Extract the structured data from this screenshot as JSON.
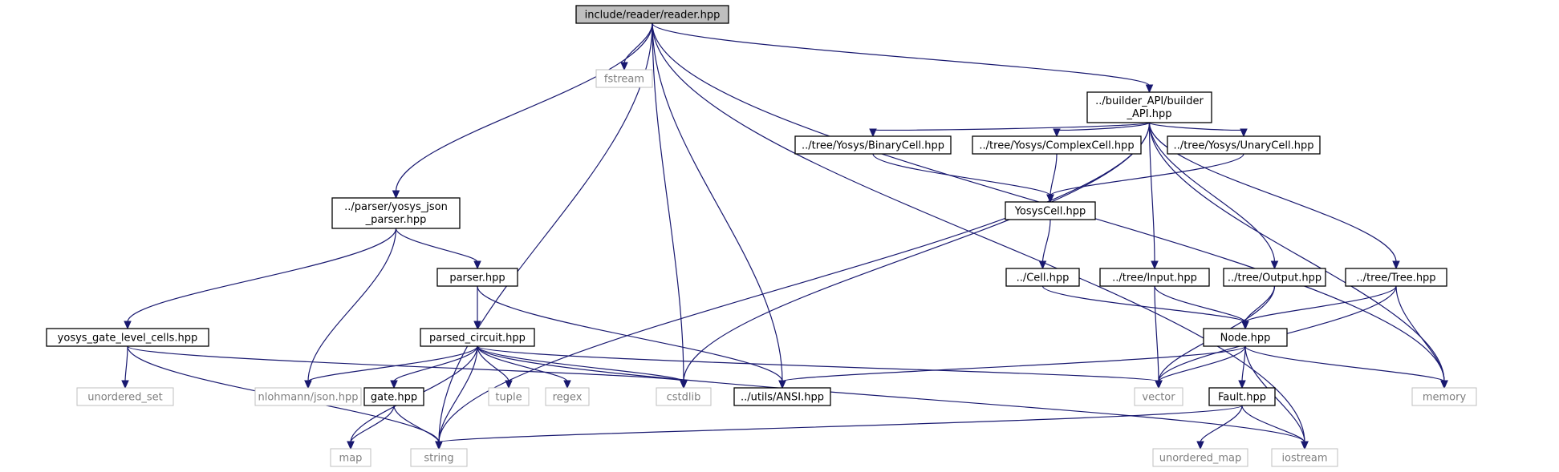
{
  "diagram": {
    "type": "include-dependency-graph",
    "nodes": [
      {
        "id": "root",
        "label": "include/reader/reader.hpp",
        "kind": "root"
      },
      {
        "id": "fstream",
        "label": "fstream",
        "kind": "system"
      },
      {
        "id": "builder",
        "label": "../builder_API/builder",
        "label2": "_API.hpp",
        "kind": "file"
      },
      {
        "id": "binarycell",
        "label": "../tree/Yosys/BinaryCell.hpp",
        "kind": "file"
      },
      {
        "id": "complexcell",
        "label": "../tree/Yosys/ComplexCell.hpp",
        "kind": "file"
      },
      {
        "id": "unarycell",
        "label": "../tree/Yosys/UnaryCell.hpp",
        "kind": "file"
      },
      {
        "id": "yosyscell",
        "label": "YosysCell.hpp",
        "kind": "file"
      },
      {
        "id": "yosysparser",
        "label": "../parser/yosys_json",
        "label2": "_parser.hpp",
        "kind": "file"
      },
      {
        "id": "parser",
        "label": "parser.hpp",
        "kind": "file"
      },
      {
        "id": "cell",
        "label": "../Cell.hpp",
        "kind": "file"
      },
      {
        "id": "input",
        "label": "../tree/Input.hpp",
        "kind": "file"
      },
      {
        "id": "output",
        "label": "../tree/Output.hpp",
        "kind": "file"
      },
      {
        "id": "tree",
        "label": "../tree/Tree.hpp",
        "kind": "file"
      },
      {
        "id": "gatecells",
        "label": "yosys_gate_level_cells.hpp",
        "kind": "file"
      },
      {
        "id": "parsedcircuit",
        "label": "parsed_circuit.hpp",
        "kind": "file"
      },
      {
        "id": "node",
        "label": "Node.hpp",
        "kind": "file"
      },
      {
        "id": "unordered_set",
        "label": "unordered_set",
        "kind": "system"
      },
      {
        "id": "json",
        "label": "nlohmann/json.hpp",
        "kind": "system"
      },
      {
        "id": "gate",
        "label": "gate.hpp",
        "kind": "file"
      },
      {
        "id": "tuple",
        "label": "tuple",
        "kind": "system"
      },
      {
        "id": "regex",
        "label": "regex",
        "kind": "system"
      },
      {
        "id": "cstdlib",
        "label": "cstdlib",
        "kind": "system"
      },
      {
        "id": "ansi",
        "label": "../utils/ANSI.hpp",
        "kind": "file"
      },
      {
        "id": "vector",
        "label": "vector",
        "kind": "system"
      },
      {
        "id": "fault",
        "label": "Fault.hpp",
        "kind": "file"
      },
      {
        "id": "memory",
        "label": "memory",
        "kind": "system"
      },
      {
        "id": "map",
        "label": "map",
        "kind": "system"
      },
      {
        "id": "string",
        "label": "string",
        "kind": "system"
      },
      {
        "id": "unordered_map",
        "label": "unordered_map",
        "kind": "system"
      },
      {
        "id": "iostream",
        "label": "iostream",
        "kind": "system"
      }
    ],
    "edges": [
      [
        "root",
        "fstream"
      ],
      [
        "root",
        "builder"
      ],
      [
        "root",
        "yosysparser"
      ],
      [
        "root",
        "cstdlib"
      ],
      [
        "root",
        "ansi"
      ],
      [
        "root",
        "memory"
      ],
      [
        "root",
        "iostream"
      ],
      [
        "root",
        "string"
      ],
      [
        "builder",
        "binarycell"
      ],
      [
        "builder",
        "complexcell"
      ],
      [
        "builder",
        "unarycell"
      ],
      [
        "builder",
        "input"
      ],
      [
        "builder",
        "output"
      ],
      [
        "builder",
        "tree"
      ],
      [
        "builder",
        "memory"
      ],
      [
        "builder",
        "cstdlib"
      ],
      [
        "builder",
        "string"
      ],
      [
        "binarycell",
        "yosyscell"
      ],
      [
        "complexcell",
        "yosyscell"
      ],
      [
        "unarycell",
        "yosyscell"
      ],
      [
        "yosyscell",
        "cell"
      ],
      [
        "cell",
        "node"
      ],
      [
        "input",
        "node"
      ],
      [
        "input",
        "vector"
      ],
      [
        "output",
        "node"
      ],
      [
        "output",
        "vector"
      ],
      [
        "tree",
        "node"
      ],
      [
        "tree",
        "vector"
      ],
      [
        "tree",
        "memory"
      ],
      [
        "yosysparser",
        "parser"
      ],
      [
        "yosysparser",
        "gatecells"
      ],
      [
        "yosysparser",
        "json"
      ],
      [
        "parser",
        "parsedcircuit"
      ],
      [
        "parser",
        "ansi"
      ],
      [
        "gatecells",
        "unordered_set"
      ],
      [
        "gatecells",
        "cstdlib"
      ],
      [
        "gatecells",
        "string"
      ],
      [
        "parsedcircuit",
        "json"
      ],
      [
        "parsedcircuit",
        "gate"
      ],
      [
        "parsedcircuit",
        "tuple"
      ],
      [
        "parsedcircuit",
        "regex"
      ],
      [
        "parsedcircuit",
        "cstdlib"
      ],
      [
        "parsedcircuit",
        "map"
      ],
      [
        "parsedcircuit",
        "string"
      ],
      [
        "parsedcircuit",
        "vector"
      ],
      [
        "parsedcircuit",
        "iostream"
      ],
      [
        "gate",
        "map"
      ],
      [
        "gate",
        "string"
      ],
      [
        "node",
        "vector"
      ],
      [
        "node",
        "memory"
      ],
      [
        "node",
        "ansi"
      ],
      [
        "node",
        "fault"
      ],
      [
        "node",
        "iostream"
      ],
      [
        "fault",
        "unordered_map"
      ],
      [
        "fault",
        "iostream"
      ],
      [
        "fault",
        "string"
      ]
    ]
  }
}
